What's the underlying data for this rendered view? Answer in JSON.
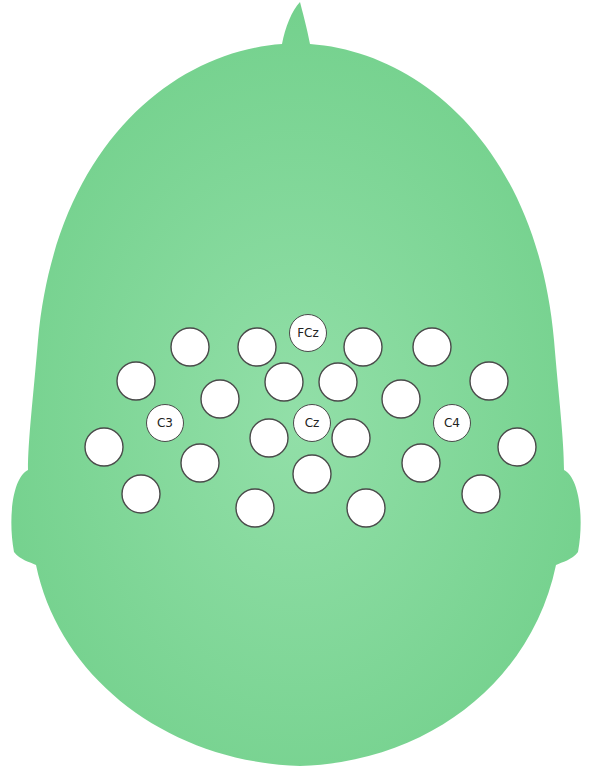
{
  "diagram": {
    "nodes": [
      {
        "text": [
          "FCz"
        ]
      },
      {
        "text": [
          "C3"
        ]
      },
      {
        "text": [
          "Cz"
        ]
      },
      {
        "text": [
          "C4"
        ]
      }
    ]
  }
}
